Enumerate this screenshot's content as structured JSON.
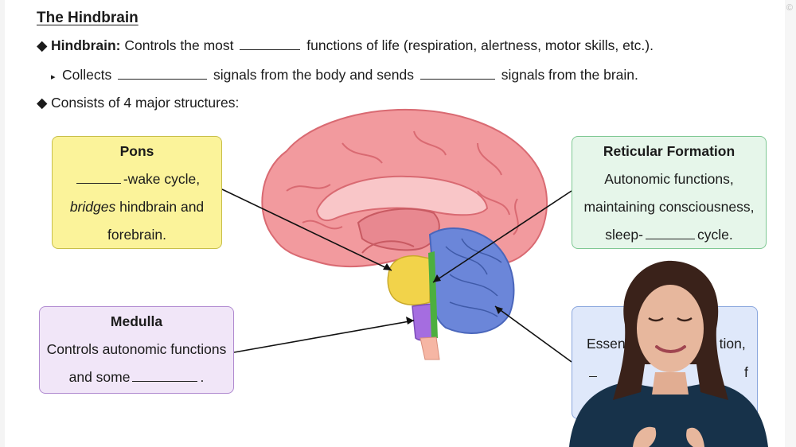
{
  "title": "The Hindbrain",
  "bullets": {
    "l1_bold": "Hindbrain:",
    "l1_a": "Controls the most",
    "l1_b": "functions of life (respiration, alertness, motor skills, etc.).",
    "l2_a": "Collects",
    "l2_b": "signals from the body and sends",
    "l2_c": "signals from the brain.",
    "l3": "Consists of 4 major structures:"
  },
  "pons": {
    "heading": "Pons",
    "line1_suffix": "-wake cycle,",
    "line2_italic": "bridges",
    "line2_rest": " hindbrain and",
    "line3": "forebrain."
  },
  "reticular": {
    "heading": "Reticular Formation",
    "line1": "Autonomic functions,",
    "line2": "maintaining consciousness,",
    "line3_prefix": "sleep-",
    "line3_suffix": "cycle."
  },
  "medulla": {
    "heading": "Medulla",
    "line1": "Controls autonomic functions",
    "line2_prefix": "and some",
    "line2_suffix": "."
  },
  "cerebellum": {
    "line1_a": "Essen",
    "line1_b": "tion,",
    "line2_end": "f"
  },
  "colors": {
    "pons": "#f2d34a",
    "medulla": "#a56de0",
    "reticular": "#4caf3f",
    "cerebellum": "#6b86d9",
    "cortex": "#f29a9e"
  }
}
